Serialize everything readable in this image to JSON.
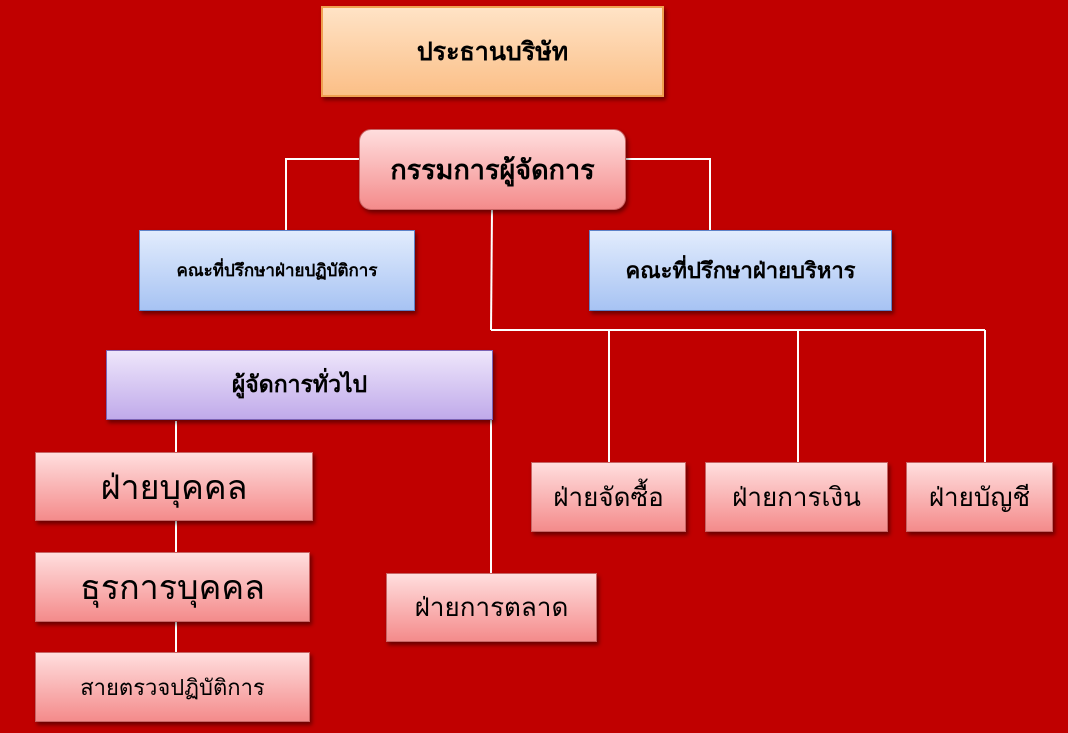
{
  "org_chart": {
    "chairman": "ประธานบริษัท",
    "managing_director": "กรรมการผู้จัดการ",
    "operations_advisory": "คณะที่ปรึกษาฝ่ายปฏิบัติการ",
    "management_advisory": "คณะที่ปรึกษาฝ่ายบริหาร",
    "general_manager": "ผู้จัดการทั่วไป",
    "hr_department": "ฝ่ายบุคคล",
    "personnel_affairs": "ธุรการบุคคล",
    "operations_inspection": "สายตรวจปฏิบัติการ",
    "marketing_department": "ฝ่ายการตลาด",
    "purchasing_department": "ฝ่ายจัดซื้อ",
    "finance_department": "ฝ่ายการเงิน",
    "accounting_department": "ฝ่ายบัญชี"
  },
  "colors": {
    "background": "#c00000",
    "connector": "#ffffff",
    "chairman_fill": "#fbbf87",
    "department_fill": "#f48b8b",
    "advisory_fill": "#a7c3f3",
    "general_manager_fill": "#c0aaea"
  }
}
